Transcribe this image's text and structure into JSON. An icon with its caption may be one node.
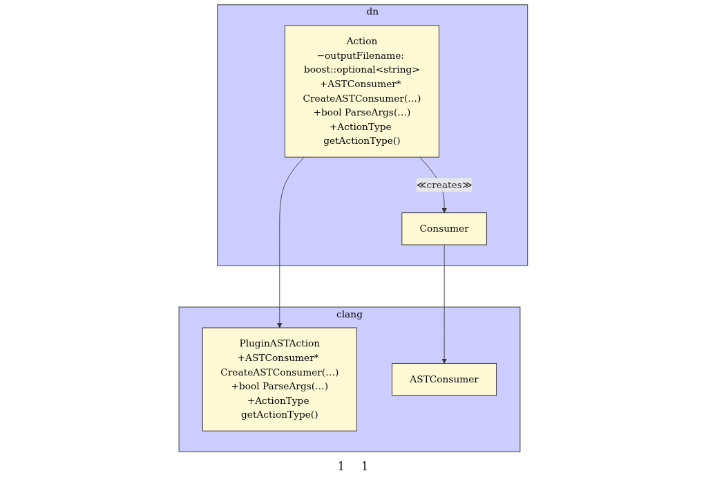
{
  "diagram": {
    "nodes": [
      {
        "text": [
          "clang"
        ]
      },
      {
        "text": [
          "PluginASTAction",
          "+ASTConsumer* CreateASTConsumer(…)",
          "+bool ParseArgs(…)",
          "+ActionType getActionType()"
        ],
        "in": 0
      },
      {
        "text": [
          "ASTConsumer"
        ],
        "in": 0
      },
      {
        "text": [
          "dn"
        ]
      },
      {
        "text": [
          "Action",
          "−outputFilename: boost::optional<string>",
          "+ASTConsumer* CreateASTConsumer(…)",
          "+bool ParseArgs(…)",
          "+ActionType getActionType()"
        ],
        "in": 3
      },
      {
        "text": [
          "Consumer"
        ],
        "in": 3
      }
    ],
    "edges": [
      {
        "from": 4,
        "to": 1,
        "arrow": "to"
      },
      {
        "from": 5,
        "to": 2,
        "arrow": "to"
      },
      {
        "from": 4,
        "to": 5,
        "arrow": "to",
        "label": "≪creates≫"
      }
    ],
    "labels": [
      "1",
      "1"
    ]
  }
}
